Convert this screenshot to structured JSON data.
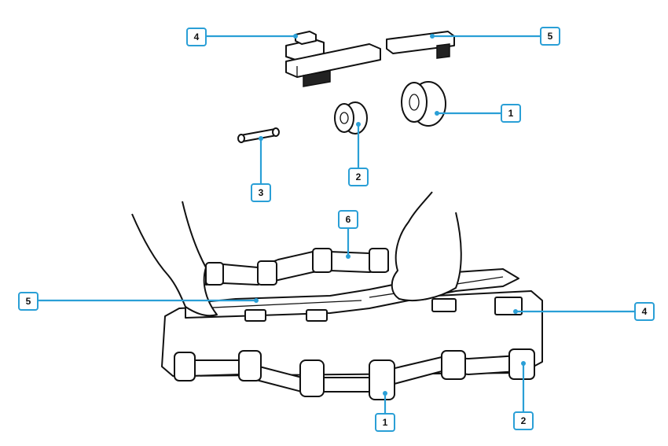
{
  "callouts": {
    "top_module": "4",
    "top_bar": "5",
    "top_roller_large": "1",
    "top_roller_small": "2",
    "top_pin": "3",
    "assembly_chain": "6",
    "assembly_belt": "5",
    "assembly_block": "4",
    "assembly_roller_large": "1",
    "assembly_roller_small": "2"
  },
  "colors": {
    "callout_accent": "#2a9fd6",
    "line_art": "#111111"
  }
}
